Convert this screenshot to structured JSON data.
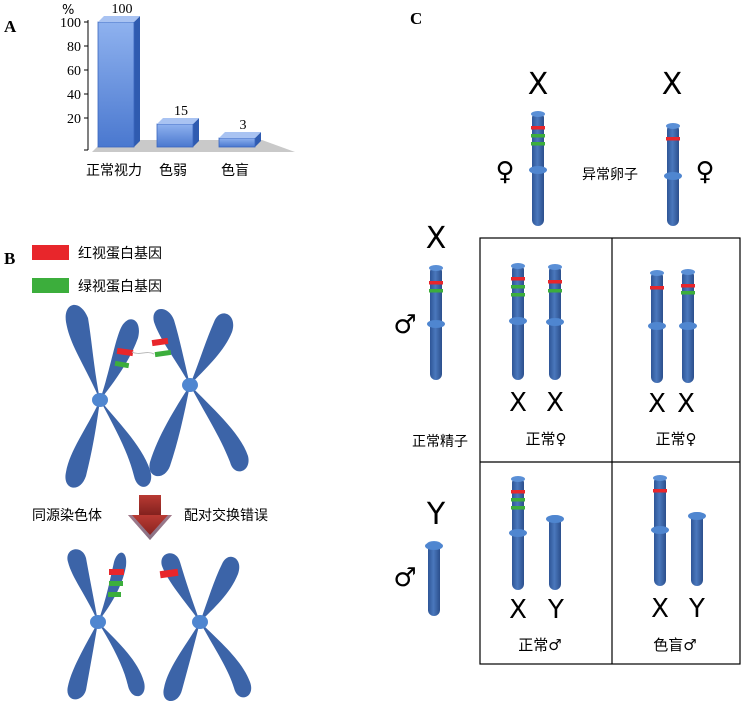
{
  "panels": {
    "a": {
      "label": "A"
    },
    "b": {
      "label": "B"
    },
    "c": {
      "label": "C"
    }
  },
  "chart_data": {
    "type": "bar",
    "categories": [
      "正常视力",
      "色弱",
      "色盲"
    ],
    "values": [
      100,
      15,
      3
    ],
    "value_labels": [
      "100",
      "15",
      "3"
    ],
    "ylabel": "%",
    "yticks": [
      20,
      40,
      60,
      80,
      100
    ],
    "ylim": [
      0,
      100
    ],
    "grid": false,
    "bar_color": "#4f7fd6"
  },
  "legend": {
    "red_label": "红视蛋白基因",
    "green_label": "绿视蛋白基因",
    "red_color": "#e8262b",
    "green_color": "#3cae3c"
  },
  "panel_b": {
    "left_text": "同源染色体",
    "right_text": "配对交换错误",
    "chromosome_color": "#3c64a8",
    "centromere_color": "#4f86d0",
    "arrow_color": "#a4332d"
  },
  "panel_c": {
    "egg_x1": "X",
    "egg_x2": "X",
    "female_sym_1": "♀",
    "female_sym_2": "♀",
    "egg_label": "异常卵子",
    "sperm_x": "X",
    "sperm_y": "Y",
    "male_sym_1": "♂",
    "male_sym_2": "♂",
    "sperm_label": "正常精子",
    "cells": [
      {
        "letters": [
          "X",
          "X"
        ],
        "label": "正常♀"
      },
      {
        "letters": [
          "X",
          "X"
        ],
        "label": "正常♀"
      },
      {
        "letters": [
          "X",
          "Y"
        ],
        "label": "正常♂"
      },
      {
        "letters": [
          "X",
          "Y"
        ],
        "label": "色盲♂"
      }
    ]
  }
}
